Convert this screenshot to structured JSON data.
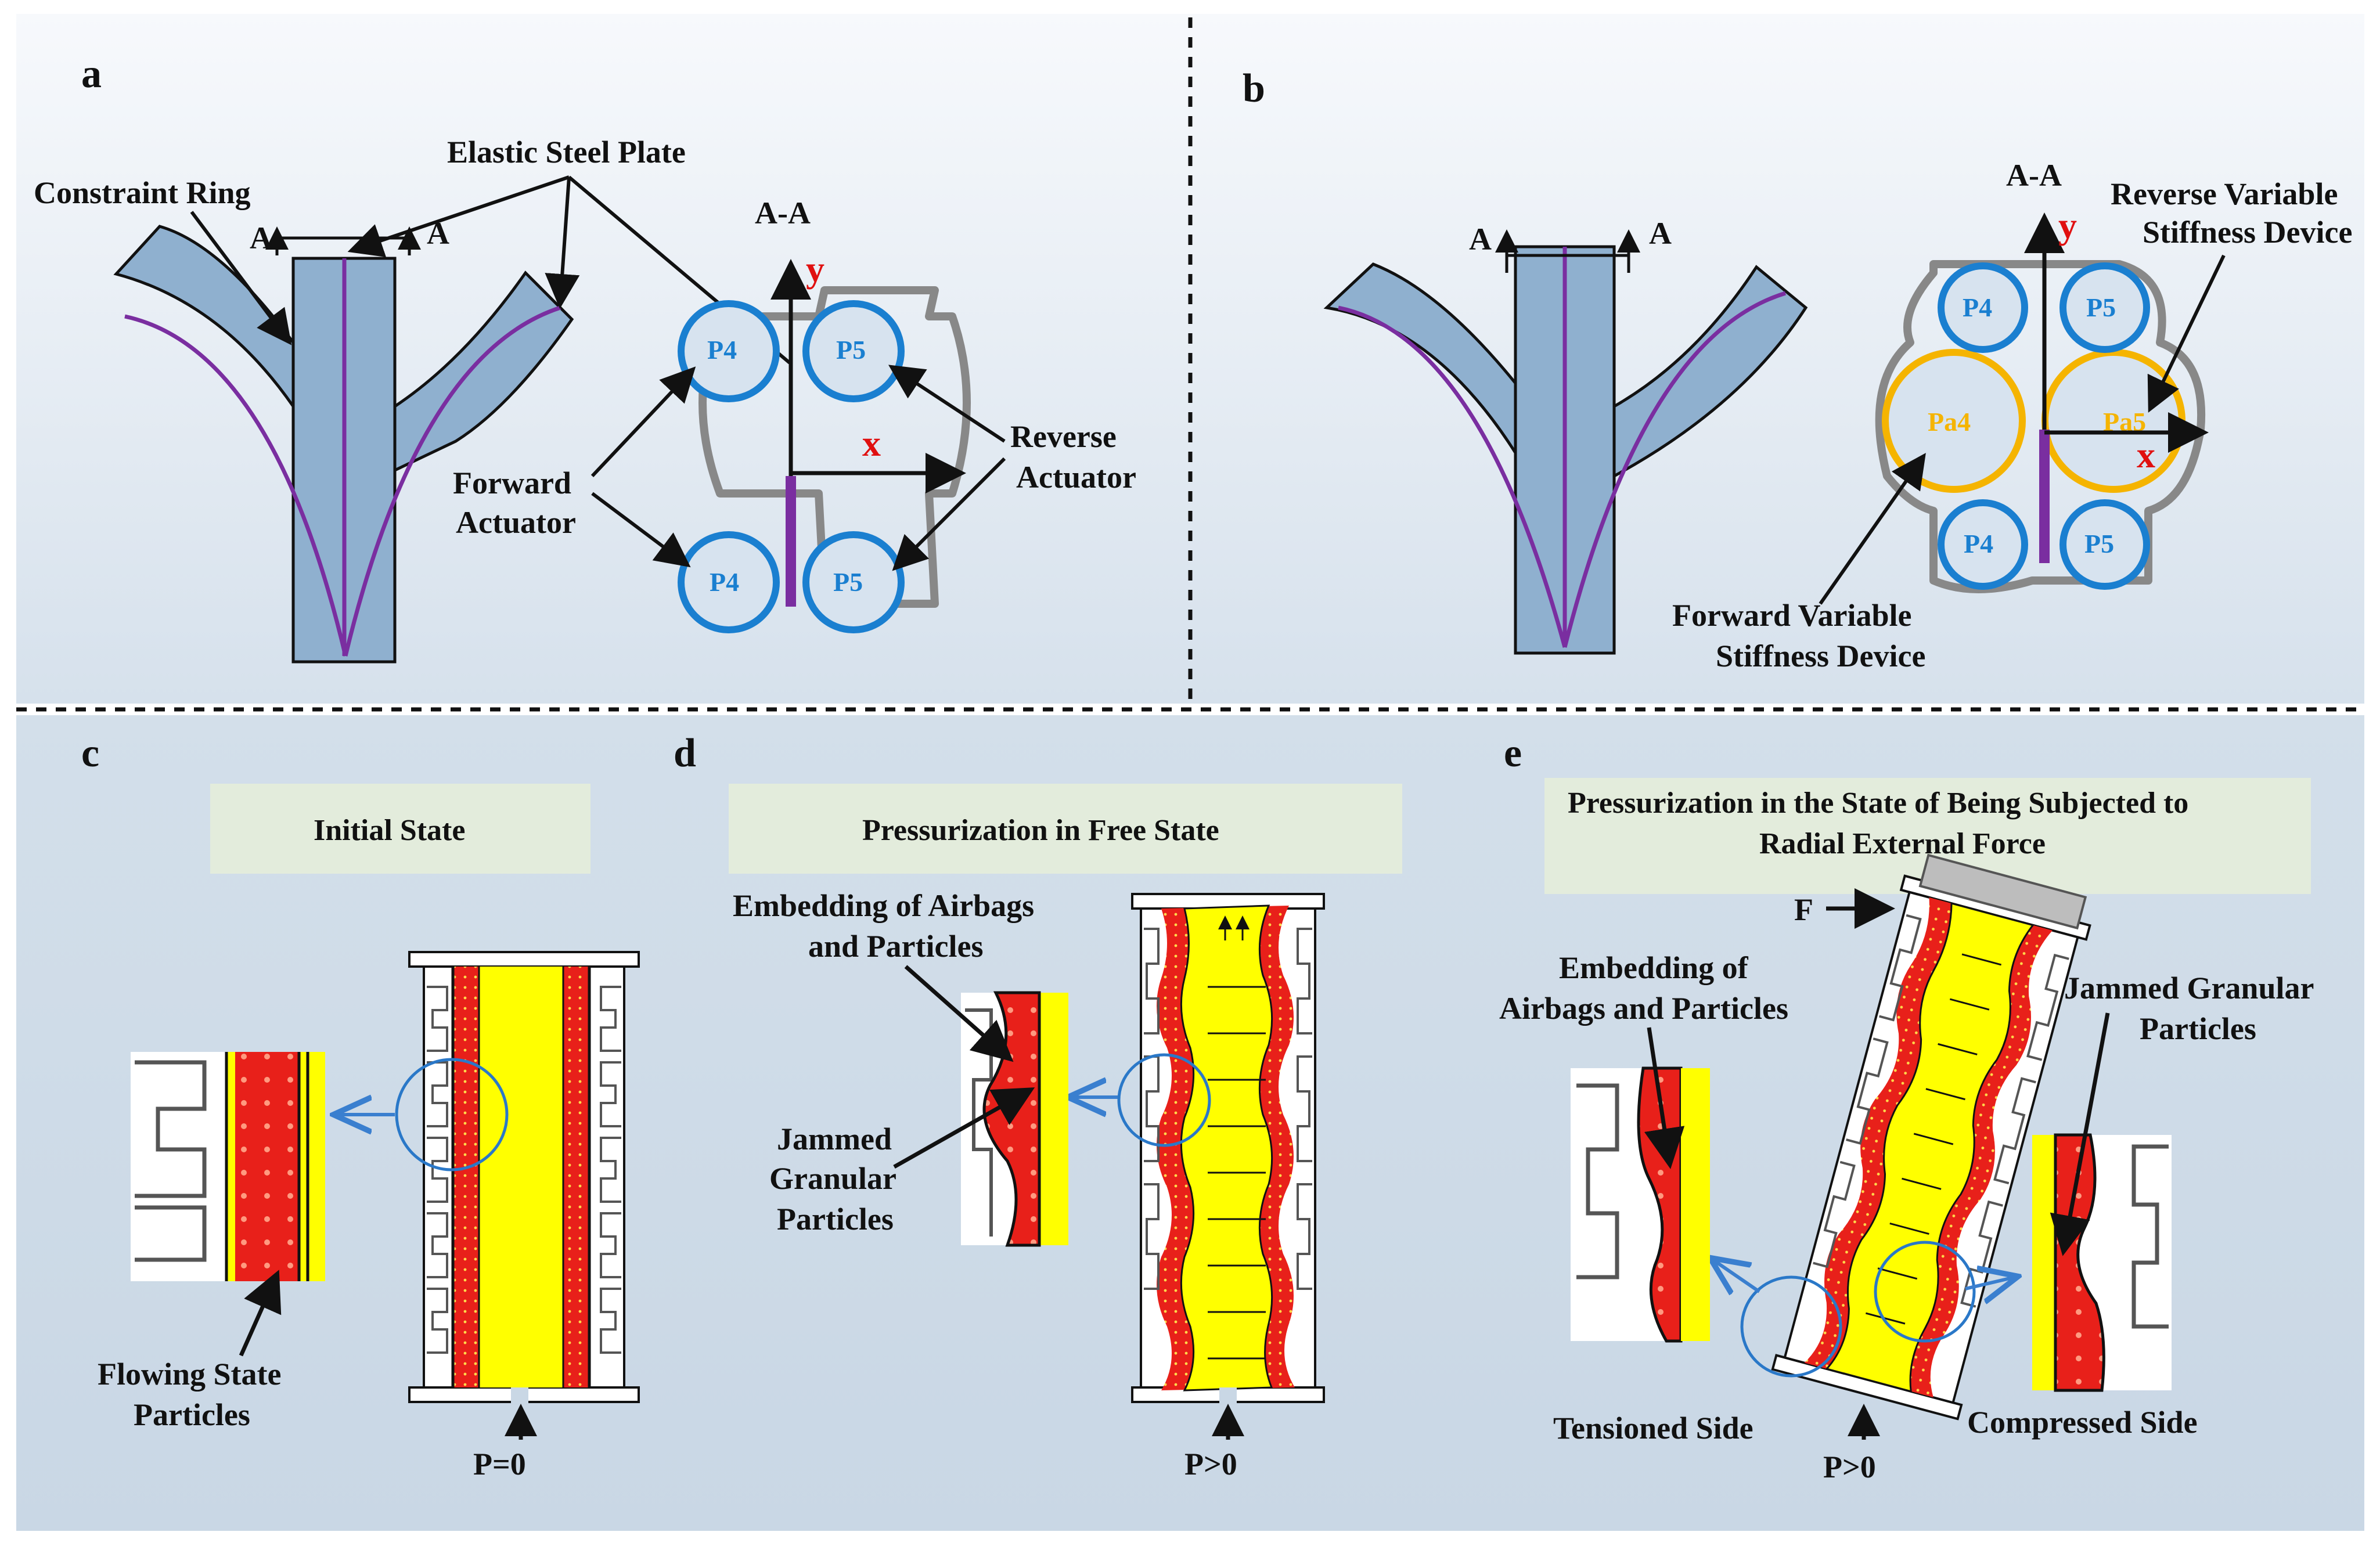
{
  "panels": {
    "a": {
      "letter": "a",
      "constraint_ring": "Constraint Ring",
      "elastic_steel_plate": "Elastic Steel Plate",
      "section_A_left": "A",
      "section_A_right": "A",
      "section_title": "A-A",
      "axis_y": "y",
      "axis_x": "x",
      "p4_top": "P4",
      "p5_top": "P5",
      "p4_bot": "P4",
      "p5_bot": "P5",
      "forward_1": "Forward",
      "forward_2": "Actuator",
      "reverse_1": "Reverse",
      "reverse_2": "Actuator"
    },
    "b": {
      "letter": "b",
      "section_A_left": "A",
      "section_A_right": "A",
      "section_title": "A-A",
      "axis_y": "y",
      "axis_x": "x",
      "p4_top": "P4",
      "p5_top": "P5",
      "p4_bot": "P4",
      "p5_bot": "P5",
      "pa4": "Pa4",
      "pa5": "Pa5",
      "reverse_1": "Reverse Variable",
      "reverse_2": "Stiffness Device",
      "forward_1": "Forward Variable",
      "forward_2": "Stiffness Device"
    },
    "c": {
      "letter": "c",
      "header": "Initial State",
      "flow_1": "Flowing State",
      "flow_2": "Particles",
      "pressure": "P=0"
    },
    "d": {
      "letter": "d",
      "header": "Pressurization in Free State",
      "embed_1": "Embedding of Airbags",
      "embed_2": "and Particles",
      "jam_1": "Jammed",
      "jam_2": "Granular",
      "jam_3": "Particles",
      "pressure": "P>0"
    },
    "e": {
      "letter": "e",
      "header_1": "Pressurization in the State of Being Subjected to",
      "header_2": "Radial External Force",
      "force": "F",
      "embed_1": "Embedding of",
      "embed_2": "Airbags and Particles",
      "jam_1": "Jammed Granular",
      "jam_2": "Particles",
      "tensioned": "Tensioned Side",
      "compressed": "Compressed Side",
      "pressure": "P>0"
    }
  },
  "colors": {
    "bg_top": "#f4f7fb",
    "bg_bottom": "#cfdbe8",
    "actuator_blue": "#8fb0cf",
    "plate_purple": "#7a2ea0",
    "ring_blue": "#1a7fd0",
    "ring_yellow": "#f5b400",
    "particle_red": "#e8201a",
    "fill_yellow": "#ffff00",
    "header_green": "#e3ecdc"
  }
}
